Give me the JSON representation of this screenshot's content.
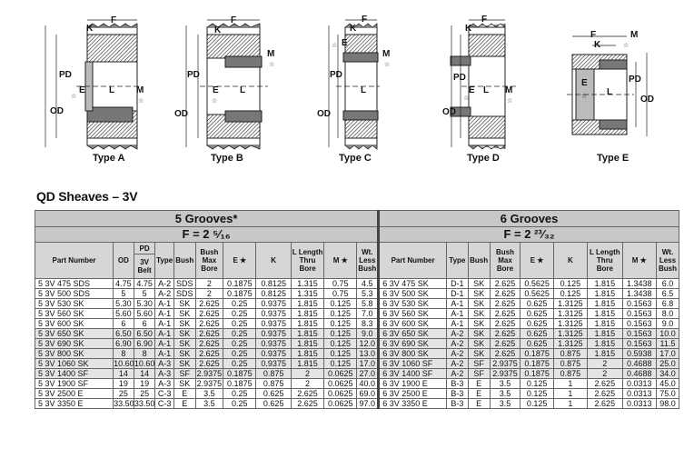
{
  "diagrams": [
    {
      "type_label": "Type A",
      "labels": {
        "F": "F",
        "K": "K",
        "PD": "PD",
        "OD": "OD",
        "E": "E",
        "L": "L",
        "M": "M"
      }
    },
    {
      "type_label": "Type B",
      "labels": {
        "F": "F",
        "K": "K",
        "PD": "PD",
        "OD": "OD",
        "E": "E",
        "L": "L",
        "M": "M"
      }
    },
    {
      "type_label": "Type C",
      "labels": {
        "F": "F",
        "K": "K",
        "PD": "PD",
        "OD": "OD",
        "E": "E",
        "L": "L",
        "M": "M"
      }
    },
    {
      "type_label": "Type D",
      "labels": {
        "F": "F",
        "K": "K",
        "PD": "PD",
        "OD": "OD",
        "E": "E",
        "L": "L",
        "M": "M"
      }
    },
    {
      "type_label": "Type E",
      "labels": {
        "F": "F",
        "K": "K",
        "PD": "PD",
        "OD": "OD",
        "E": "E",
        "L": "L",
        "M": "M"
      }
    }
  ],
  "star": "☆",
  "section_title": "QD Sheaves – 3V",
  "left_group": {
    "title": "5 Grooves*",
    "f_value": "F = 2 ⁵⁄₁₆",
    "headers": {
      "part_number": "Part Number",
      "od": "OD",
      "pd": "PD",
      "belt": "3V Belt",
      "type": "Type",
      "bush": "Bush",
      "bush_max_bore": "Bush Max Bore",
      "e": "E ★",
      "k": "K",
      "length": "L Length Thru Bore",
      "m": "M ★",
      "wt": "Wt. Less Bush"
    },
    "rows": [
      [
        "5 3V 475 SDS",
        "4.75",
        "4.75",
        "A-2",
        "SDS",
        "2",
        "0.1875",
        "0.8125",
        "1.315",
        "0.75",
        "4.5"
      ],
      [
        "5 3V 500 SDS",
        "5",
        "5",
        "A-2",
        "SDS",
        "2",
        "0.1875",
        "0.8125",
        "1.315",
        "0.75",
        "5.3"
      ],
      [
        "5 3V 530 SK",
        "5.30",
        "5.30",
        "A-1",
        "SK",
        "2.625",
        "0.25",
        "0.9375",
        "1.815",
        "0.125",
        "5.8"
      ],
      [
        "5 3V 560 SK",
        "5.60",
        "5.60",
        "A-1",
        "SK",
        "2.625",
        "0.25",
        "0.9375",
        "1.815",
        "0.125",
        "7.0"
      ],
      [
        "5 3V 600 SK",
        "6",
        "6",
        "A-1",
        "SK",
        "2.625",
        "0.25",
        "0.9375",
        "1.815",
        "0.125",
        "8.3"
      ],
      [
        "5 3V 650 SK",
        "6.50",
        "6.50",
        "A-1",
        "SK",
        "2.625",
        "0.25",
        "0.9375",
        "1.815",
        "0.125",
        "9.0"
      ],
      [
        "5 3V 690 SK",
        "6.90",
        "6.90",
        "A-1",
        "SK",
        "2.625",
        "0.25",
        "0.9375",
        "1.815",
        "0.125",
        "12.0"
      ],
      [
        "5 3V 800 SK",
        "8",
        "8",
        "A-1",
        "SK",
        "2.625",
        "0.25",
        "0.9375",
        "1.815",
        "0.125",
        "13.0"
      ],
      [
        "5 3V 1060 SK",
        "10.60",
        "10.60",
        "A-3",
        "SK",
        "2.625",
        "0.25",
        "0.9375",
        "1.815",
        "0.125",
        "17.0"
      ],
      [
        "5 3V 1400 SF",
        "14",
        "14",
        "A-3",
        "SF",
        "2.9375",
        "0.1875",
        "0.875",
        "2",
        "0.0625",
        "27.0"
      ],
      [
        "5 3V 1900 SF",
        "19",
        "19",
        "A-3",
        "SK",
        "2.9375",
        "0.1875",
        "0.875",
        "2",
        "0.0625",
        "40.0"
      ],
      [
        "5 3V 2500 E",
        "25",
        "25",
        "C-3",
        "E",
        "3.5",
        "0.25",
        "0.625",
        "2.625",
        "0.0625",
        "69.0"
      ],
      [
        "5 3V 3350 E",
        "33.50",
        "33.50",
        "C-3",
        "E",
        "3.5",
        "0.25",
        "0.625",
        "2.625",
        "0.0625",
        "97.0"
      ]
    ]
  },
  "right_group": {
    "title": "6 Grooves",
    "f_value": "F = 2 ²³⁄₃₂",
    "headers": {
      "part_number": "Part Number",
      "type": "Type",
      "bush": "Bush",
      "bush_max_bore": "Bush Max Bore",
      "e": "E ★",
      "k": "K",
      "length": "L Length Thru Bore",
      "m": "M ★",
      "wt": "Wt. Less Bush"
    },
    "rows": [
      [
        "6 3V 475 SK",
        "D-1",
        "SK",
        "2.625",
        "0.5625",
        "0.125",
        "1.815",
        "1.3438",
        "6.0"
      ],
      [
        "6 3V 500 SK",
        "D-1",
        "SK",
        "2.625",
        "0.5625",
        "0.125",
        "1.815",
        "1.3438",
        "6.5"
      ],
      [
        "6 3V 530 SK",
        "A-1",
        "SK",
        "2.625",
        "0.625",
        "1.3125",
        "1.815",
        "0.1563",
        "6.8"
      ],
      [
        "6 3V 560 SK",
        "A-1",
        "SK",
        "2.625",
        "0.625",
        "1.3125",
        "1.815",
        "0.1563",
        "8.0"
      ],
      [
        "6 3V 600 SK",
        "A-1",
        "SK",
        "2.625",
        "0.625",
        "1.3125",
        "1.815",
        "0.1563",
        "9.0"
      ],
      [
        "6 3V 650 SK",
        "A-2",
        "SK",
        "2.625",
        "0.625",
        "1.3125",
        "1.815",
        "0.1563",
        "10.0"
      ],
      [
        "6 3V 690 SK",
        "A-2",
        "SK",
        "2.625",
        "0.625",
        "1.3125",
        "1.815",
        "0.1563",
        "11.5"
      ],
      [
        "6 3V 800 SK",
        "A-2",
        "SK",
        "2.625",
        "0.1875",
        "0.875",
        "1.815",
        "0.5938",
        "17.0"
      ],
      [
        "6 3V 1060 SF",
        "A-2",
        "SF",
        "2.9375",
        "0.1875",
        "0.875",
        "2",
        "0.4688",
        "25.0"
      ],
      [
        "6 3V 1400 SF",
        "A-2",
        "SF",
        "2.9375",
        "0.1875",
        "0.875",
        "2",
        "0.4688",
        "34.0"
      ],
      [
        "6 3V 1900 E",
        "B-3",
        "E",
        "3.5",
        "0.125",
        "1",
        "2.625",
        "0.0313",
        "45.0"
      ],
      [
        "6 3V 2500 E",
        "B-3",
        "E",
        "3.5",
        "0.125",
        "1",
        "2.625",
        "0.0313",
        "75.0"
      ],
      [
        "6 3V 3350 E",
        "B-3",
        "E",
        "3.5",
        "0.125",
        "1",
        "2.625",
        "0.0313",
        "98.0"
      ]
    ]
  }
}
